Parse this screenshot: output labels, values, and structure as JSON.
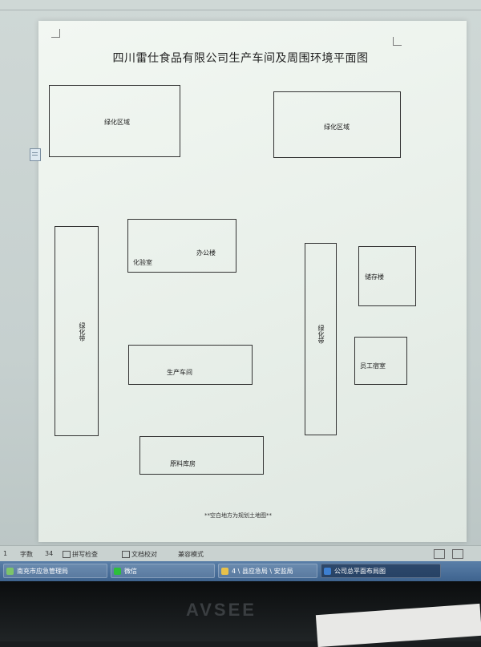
{
  "document": {
    "title": "四川雷仕食品有限公司生产车间及周围环境平面图",
    "areas": {
      "green_top_left": "绿化区域",
      "green_top_right": "绿化区域",
      "office": "办公楼",
      "lab": "化验室",
      "green_left": "绿化带",
      "green_right": "绿化带",
      "warehouse": "储存楼",
      "workshop": "生产车间",
      "staff_room": "员工宿室",
      "raw_material": "原料库房"
    },
    "note": "**空白地方为规划土地图**"
  },
  "statusbar": {
    "page": "1",
    "word_label": "字数",
    "word_count": "34",
    "spell_check": "拼写检查",
    "doc_proof": "文档校对",
    "compat_mode": "兼容模式"
  },
  "taskbar": {
    "items": [
      {
        "label": "南充市应急管理局"
      },
      {
        "label": "微信"
      },
      {
        "label": "4 \\ 县应急局 \\ 安监局"
      },
      {
        "label": "公司总平面布局图"
      }
    ]
  },
  "monitor": {
    "brand": "AVSEE"
  },
  "colors": {
    "taskbar": "#3e638e",
    "page": "#eef4ef"
  }
}
